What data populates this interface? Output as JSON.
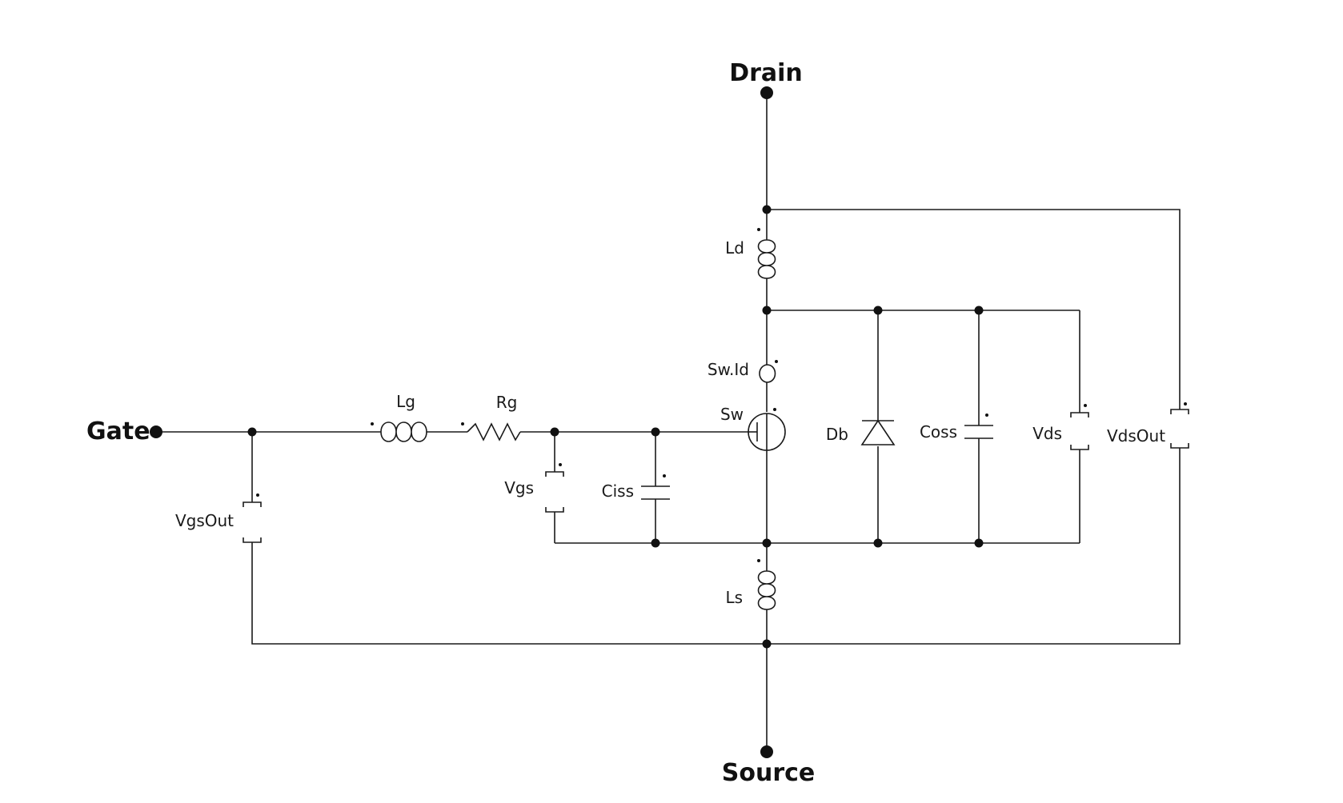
{
  "terminals": {
    "drain": "Drain",
    "gate": "Gate",
    "source": "Source"
  },
  "components": {
    "ld": "Ld",
    "lg": "Lg",
    "rg": "Rg",
    "ls": "Ls",
    "sw_id": "Sw.Id",
    "sw": "Sw",
    "db": "Db",
    "coss": "Coss",
    "ciss": "Ciss",
    "vds": "Vds",
    "vds_out": "VdsOut",
    "vgs": "Vgs",
    "vgs_out": "VgsOut"
  },
  "colors": {
    "line": "#1a1a1a",
    "background": "#ffffff"
  }
}
